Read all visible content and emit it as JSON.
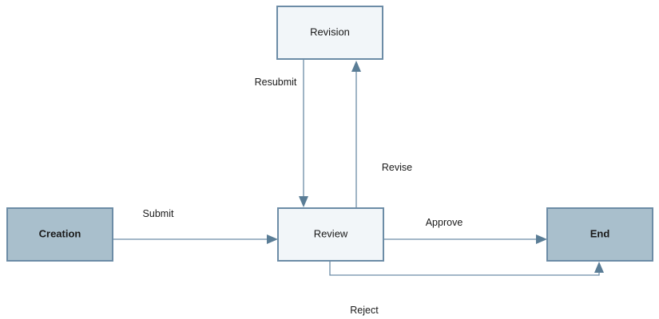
{
  "nodes": {
    "revision": {
      "label": "Revision"
    },
    "creation": {
      "label": "Creation"
    },
    "review": {
      "label": "Review"
    },
    "end": {
      "label": "End"
    }
  },
  "edges": {
    "resubmit": {
      "label": "Resubmit",
      "from": "Revision",
      "to": "Review"
    },
    "revise": {
      "label": "Revise",
      "from": "Review",
      "to": "Revision"
    },
    "submit": {
      "label": "Submit",
      "from": "Creation",
      "to": "Review"
    },
    "approve": {
      "label": "Approve",
      "from": "Review",
      "to": "End"
    },
    "reject": {
      "label": "Reject",
      "from": "Review",
      "to": "End"
    }
  },
  "colors": {
    "border": "#6c8ca6",
    "light_fill": "#f2f6f9",
    "dark_fill": "#a9bfcc",
    "arrow": "#5a7d96"
  }
}
